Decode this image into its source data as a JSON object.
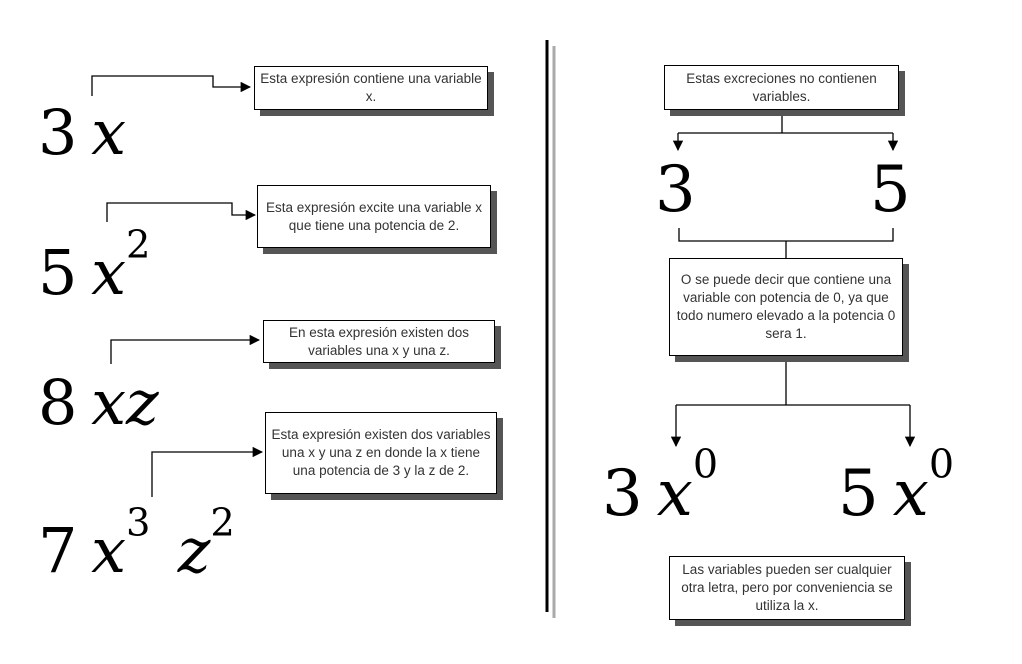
{
  "left": {
    "expressions": [
      {
        "coef": "3",
        "var1": "x",
        "exp1": "",
        "var2": "",
        "exp2": ""
      },
      {
        "coef": "5",
        "var1": "x",
        "exp1": "2",
        "var2": "",
        "exp2": ""
      },
      {
        "coef": "8",
        "var1": "xz",
        "exp1": "",
        "var2": "",
        "exp2": ""
      },
      {
        "coef": "7",
        "var1": "x",
        "exp1": "3",
        "var2": "z",
        "exp2": "2"
      }
    ],
    "notes": [
      "Esta expresión contiene una variable x.",
      "Esta expresión excite una variable x que tiene una potencia de 2.",
      "En esta expresión existen dos variables una x y una z.",
      "Esta expresión existen dos variables una x y una z en donde la x tiene una potencia de 3 y la z de 2."
    ]
  },
  "right": {
    "top_note": "Estas excreciones no contienen variables.",
    "constants": [
      "3",
      "5"
    ],
    "middle_note": "O se puede decir que contiene una variable con potencia de 0, ya que todo numero elevado a la potencia 0 sera 1.",
    "powered": [
      {
        "coef": "3",
        "var": "x",
        "exp": "0"
      },
      {
        "coef": "5",
        "var": "x",
        "exp": "0"
      }
    ],
    "bottom_note": "Las variables pueden ser cualquier otra letra, pero por conveniencia se utiliza la x."
  }
}
